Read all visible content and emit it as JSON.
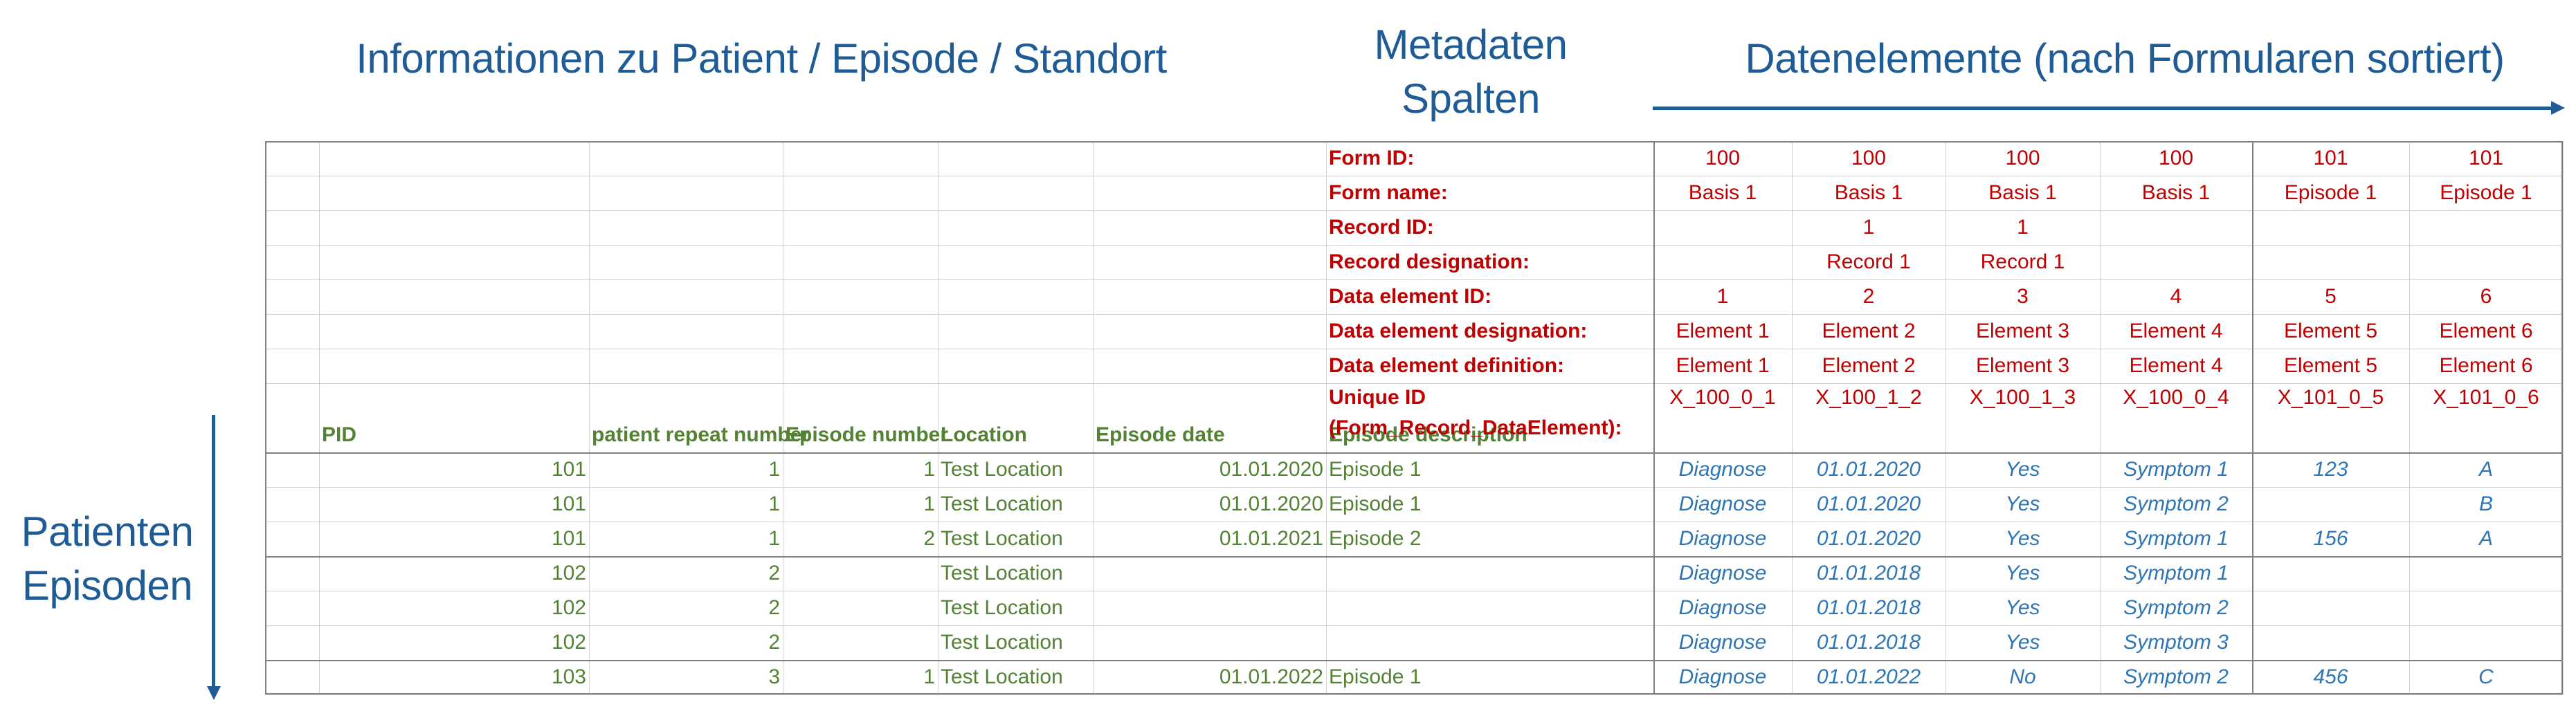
{
  "headings": {
    "info": "Informationen zu Patient / Episode / Standort",
    "meta_line1": "Metadaten",
    "meta_line2": "Spalten",
    "data": "Datenelemente (nach Formularen sortiert)",
    "patients_line1": "Patienten",
    "patients_line2": "Episoden"
  },
  "colors": {
    "heading": "#1f5b94",
    "metadata": "#c00000",
    "patient_info": "#548235",
    "data_values": "#2e75b6",
    "grid": "#d0d0d0",
    "border": "#7f7f7f"
  },
  "metadata_rows": [
    {
      "label": "Form ID:",
      "values": [
        "100",
        "100",
        "100",
        "100",
        "101",
        "101"
      ]
    },
    {
      "label": "Form name:",
      "values": [
        "Basis 1",
        "Basis 1",
        "Basis 1",
        "Basis 1",
        "Episode 1",
        "Episode 1"
      ]
    },
    {
      "label": "Record ID:",
      "values": [
        "",
        "1",
        "1",
        "",
        "",
        ""
      ]
    },
    {
      "label": "Record designation:",
      "values": [
        "",
        "Record 1",
        "Record 1",
        "",
        "",
        ""
      ]
    },
    {
      "label": "Data element ID:",
      "values": [
        "1",
        "2",
        "3",
        "4",
        "5",
        "6"
      ]
    },
    {
      "label": "Data element designation:",
      "values": [
        "Element 1",
        "Element 2",
        "Element 3",
        "Element 4",
        "Element 5",
        "Element 6"
      ]
    },
    {
      "label": "Data element definition:",
      "values": [
        "Element 1",
        "Element 2",
        "Element 3",
        "Element 4",
        "Element 5",
        "Element 6"
      ]
    }
  ],
  "unique_id": {
    "label_line1": "Unique ID",
    "label_line2": "(Form_Record_DataElement):",
    "values": [
      "X_100_0_1",
      "X_100_1_2",
      "X_100_1_3",
      "X_100_0_4",
      "X_101_0_5",
      "X_101_0_6"
    ]
  },
  "patient_headers": [
    "PID",
    "patient repeat number",
    "Episode number",
    "Location",
    "Episode date",
    "Episode description"
  ],
  "patient_rows": [
    {
      "info": [
        "101",
        "1",
        "1",
        "Test Location",
        "01.01.2020",
        "Episode 1"
      ],
      "data": [
        "Diagnose",
        "01.01.2020",
        "Yes",
        "Symptom 1",
        "123",
        "A"
      ]
    },
    {
      "info": [
        "101",
        "1",
        "1",
        "Test Location",
        "01.01.2020",
        "Episode 1"
      ],
      "data": [
        "Diagnose",
        "01.01.2020",
        "Yes",
        "Symptom 2",
        "",
        "B"
      ]
    },
    {
      "info": [
        "101",
        "1",
        "2",
        "Test Location",
        "01.01.2021",
        "Episode 2"
      ],
      "data": [
        "Diagnose",
        "01.01.2020",
        "Yes",
        "Symptom 1",
        "156",
        "A"
      ]
    },
    {
      "info": [
        "102",
        "2",
        "",
        "Test Location",
        "",
        ""
      ],
      "data": [
        "Diagnose",
        "01.01.2018",
        "Yes",
        "Symptom 1",
        "",
        ""
      ]
    },
    {
      "info": [
        "102",
        "2",
        "",
        "Test Location",
        "",
        ""
      ],
      "data": [
        "Diagnose",
        "01.01.2018",
        "Yes",
        "Symptom 2",
        "",
        ""
      ]
    },
    {
      "info": [
        "102",
        "2",
        "",
        "Test Location",
        "",
        ""
      ],
      "data": [
        "Diagnose",
        "01.01.2018",
        "Yes",
        "Symptom 3",
        "",
        ""
      ]
    },
    {
      "info": [
        "103",
        "3",
        "1",
        "Test Location",
        "01.01.2022",
        "Episode 1"
      ],
      "data": [
        "Diagnose",
        "01.01.2022",
        "No",
        "Symptom 2",
        "456",
        "C"
      ]
    }
  ]
}
